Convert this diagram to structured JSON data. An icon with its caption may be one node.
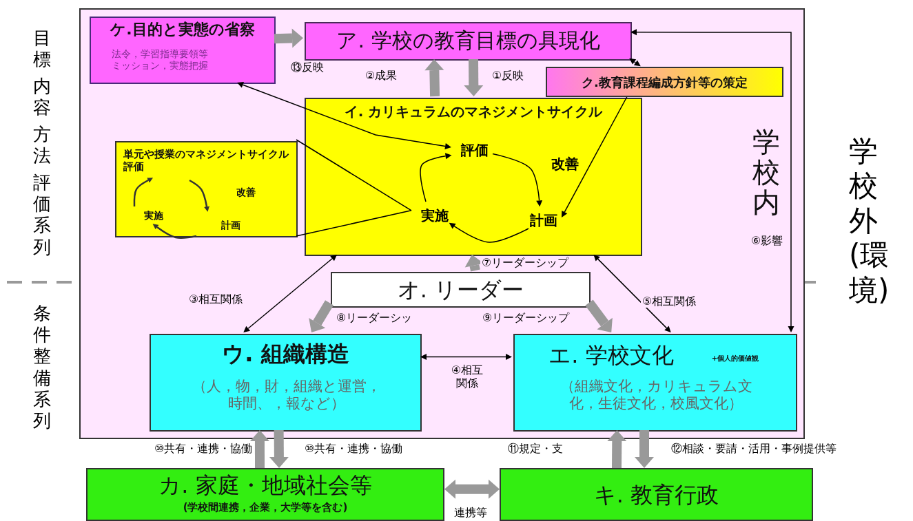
{
  "diagram": {
    "nodes": [
      {
        "text": [
          "学校内"
        ]
      },
      {
        "text": [
          "ケ.目的と実態の省察",
          "法令，学習指導要領等ミッション，実態把握"
        ],
        "in": 0
      },
      {
        "text": [
          "ア. 学校の教育目標の具現化"
        ],
        "in": 0
      },
      {
        "text": [
          "ク.教育課程編成方針等の策定"
        ],
        "in": 0
      },
      {
        "text": [
          "イ. カリキュラムのマネジメントサイクル"
        ],
        "in": 0
      },
      {
        "text": [
          "単元や授業のマネジメントサイクル評価",
          "改善",
          "実施",
          "計画"
        ],
        "in": 0
      },
      {
        "text": [
          "評価"
        ],
        "in": 4
      },
      {
        "text": [
          "実施"
        ],
        "in": 4
      },
      {
        "text": [
          "計画"
        ],
        "in": 4
      },
      {
        "text": [
          "オ. リーダー"
        ],
        "in": 0
      },
      {
        "text": [
          "ウ. 組織構造",
          "（人，物，財，組織と運営，時間、，報など）"
        ],
        "in": 0
      },
      {
        "text": [
          "エ. 学校文化",
          "+個人的価値観",
          "（組織文化，カリキュラム文化，生徒文化，校風文化）"
        ],
        "in": 0
      },
      {
        "text": [
          "カ. 家庭・地域社会等",
          "(学校間連携，企業，大学等を含む)"
        ]
      },
      {
        "text": [
          "キ. 教育行政"
        ]
      }
    ],
    "edges": [
      {
        "from": 1,
        "to": 2,
        "arrow": "to",
        "label": "⑬反映",
        "style": "thick",
        "color": "#999999"
      },
      {
        "from": 4,
        "to": 2,
        "arrow": "to",
        "label": "②成果",
        "style": "thick",
        "color": "#999999"
      },
      {
        "from": 2,
        "to": 4,
        "arrow": "to",
        "label": "①反映",
        "style": "thick",
        "color": "#999999"
      },
      {
        "from": 6,
        "to": 1,
        "arrow": "both",
        "color": "#000000"
      },
      {
        "from": 2,
        "to": 3,
        "arrow": "both",
        "color": "#000000"
      },
      {
        "from": 3,
        "to": 8,
        "arrow": "to",
        "color": "#000000"
      },
      {
        "from": 2,
        "to": 11,
        "arrow": "both",
        "label": "⑥影響",
        "color": "#000000"
      },
      {
        "from": 7,
        "to": 6,
        "arrow": "to",
        "color": "#000000"
      },
      {
        "from": 6,
        "to": 8,
        "arrow": "to",
        "color": "#000000"
      },
      {
        "from": 8,
        "to": 7,
        "arrow": "to",
        "color": "#000000"
      },
      {
        "from": 9,
        "to": 4,
        "arrow": "to",
        "label": "⑦リーダーシップ",
        "style": "thick",
        "color": "#999999"
      },
      {
        "from": 4,
        "to": 10,
        "arrow": "both",
        "label": "③相互関係",
        "color": "#000000"
      },
      {
        "from": 9,
        "to": 10,
        "arrow": "to",
        "label": "⑧リーダーシッ",
        "style": "thick",
        "color": "#999999"
      },
      {
        "from": 9,
        "to": 11,
        "arrow": "to",
        "label": "⑨リーダーシップ",
        "style": "thick",
        "color": "#999999"
      },
      {
        "from": 4,
        "to": 11,
        "arrow": "both",
        "label": "⑤相互関係",
        "color": "#000000"
      },
      {
        "from": 10,
        "to": 11,
        "arrow": "both",
        "label": "④相互関係",
        "color": "#000000"
      },
      {
        "from": 12,
        "to": 10,
        "arrow": "to",
        "label": "⑩共有・連携・協働",
        "style": "thick",
        "color": "#999999"
      },
      {
        "from": 10,
        "to": 12,
        "arrow": "to",
        "label": "⑩共有・連携・協働",
        "style": "thick",
        "color": "#999999"
      },
      {
        "from": 13,
        "to": 11,
        "arrow": "to",
        "label": "⑪規定・支",
        "style": "thick",
        "color": "#999999"
      },
      {
        "from": 11,
        "to": 13,
        "arrow": "to",
        "label": "⑫相談・要請・活用・事例提供等",
        "style": "thick",
        "color": "#999999"
      },
      {
        "from": 12,
        "to": 13,
        "arrow": "both",
        "label": "連携等",
        "style": "thick",
        "color": "#999999"
      },
      {
        "from": 5,
        "to": 7,
        "arrow": "none",
        "color": "#000000"
      },
      {
        "from": 5,
        "to": 7,
        "arrow": "none",
        "color": "#000000"
      }
    ],
    "labels": [
      "目標",
      "内容",
      "方法",
      "評価系列",
      "改善",
      "条件整備系列",
      "学校外(環境)"
    ]
  }
}
